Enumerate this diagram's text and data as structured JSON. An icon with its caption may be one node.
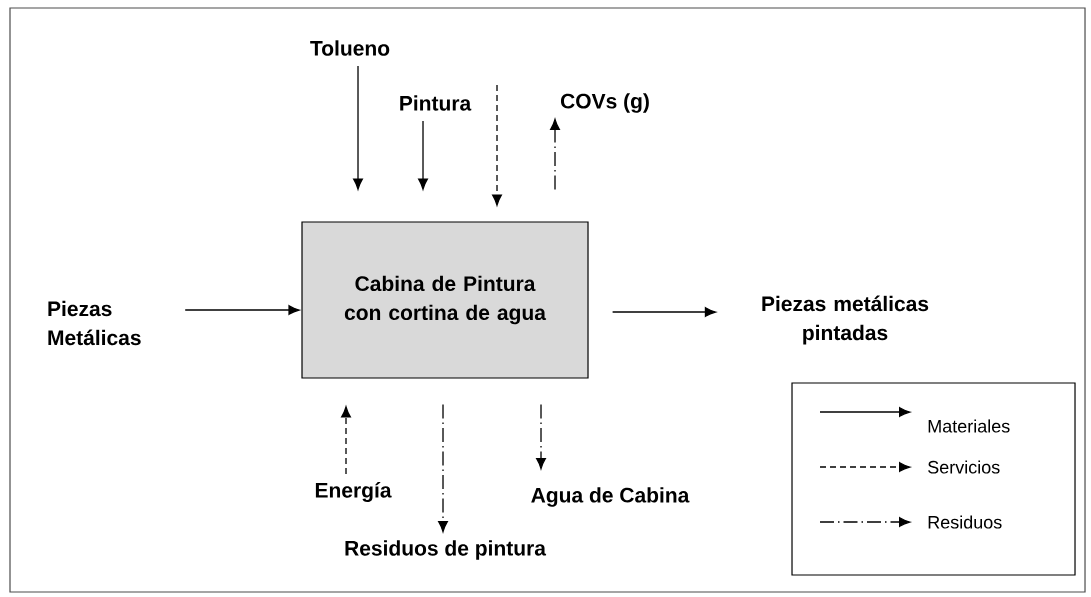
{
  "diagram": {
    "nodes": [
      {
        "text": [
          "Cabina de Pintura con cortina de agua"
        ]
      },
      {
        "text": [
          "Tolueno"
        ]
      },
      {
        "text": [
          "Pintura"
        ]
      },
      {
        "text": [
          "COVs (g)"
        ]
      },
      {
        "text": [
          "Piezas Metálicas"
        ]
      },
      {
        "text": [
          "Piezas metálicas pintadas"
        ]
      },
      {
        "text": [
          "Energía"
        ]
      },
      {
        "text": [
          "Residuos de pintura"
        ]
      },
      {
        "text": [
          "Agua de Cabina"
        ]
      }
    ],
    "edges": [
      {
        "from": 1,
        "to": 0,
        "arrow": "to"
      },
      {
        "from": 2,
        "to": 0,
        "arrow": "to"
      },
      {
        "from": null,
        "to": 0,
        "arrow": "to",
        "style": "dashed"
      },
      {
        "from": 0,
        "to": 3,
        "arrow": "to",
        "style": "dashed"
      },
      {
        "from": 4,
        "to": 0,
        "arrow": "to"
      },
      {
        "from": 0,
        "to": 5,
        "arrow": "to"
      },
      {
        "from": 6,
        "to": 0,
        "arrow": "to",
        "style": "dashed"
      },
      {
        "from": 0,
        "to": 7,
        "arrow": "to",
        "style": "dashed"
      },
      {
        "from": 0,
        "to": 8,
        "arrow": "to",
        "style": "dashed"
      }
    ],
    "legend": [
      {
        "text": "Materiales"
      },
      {
        "text": "Servicios"
      },
      {
        "text": "Residuos"
      }
    ]
  }
}
